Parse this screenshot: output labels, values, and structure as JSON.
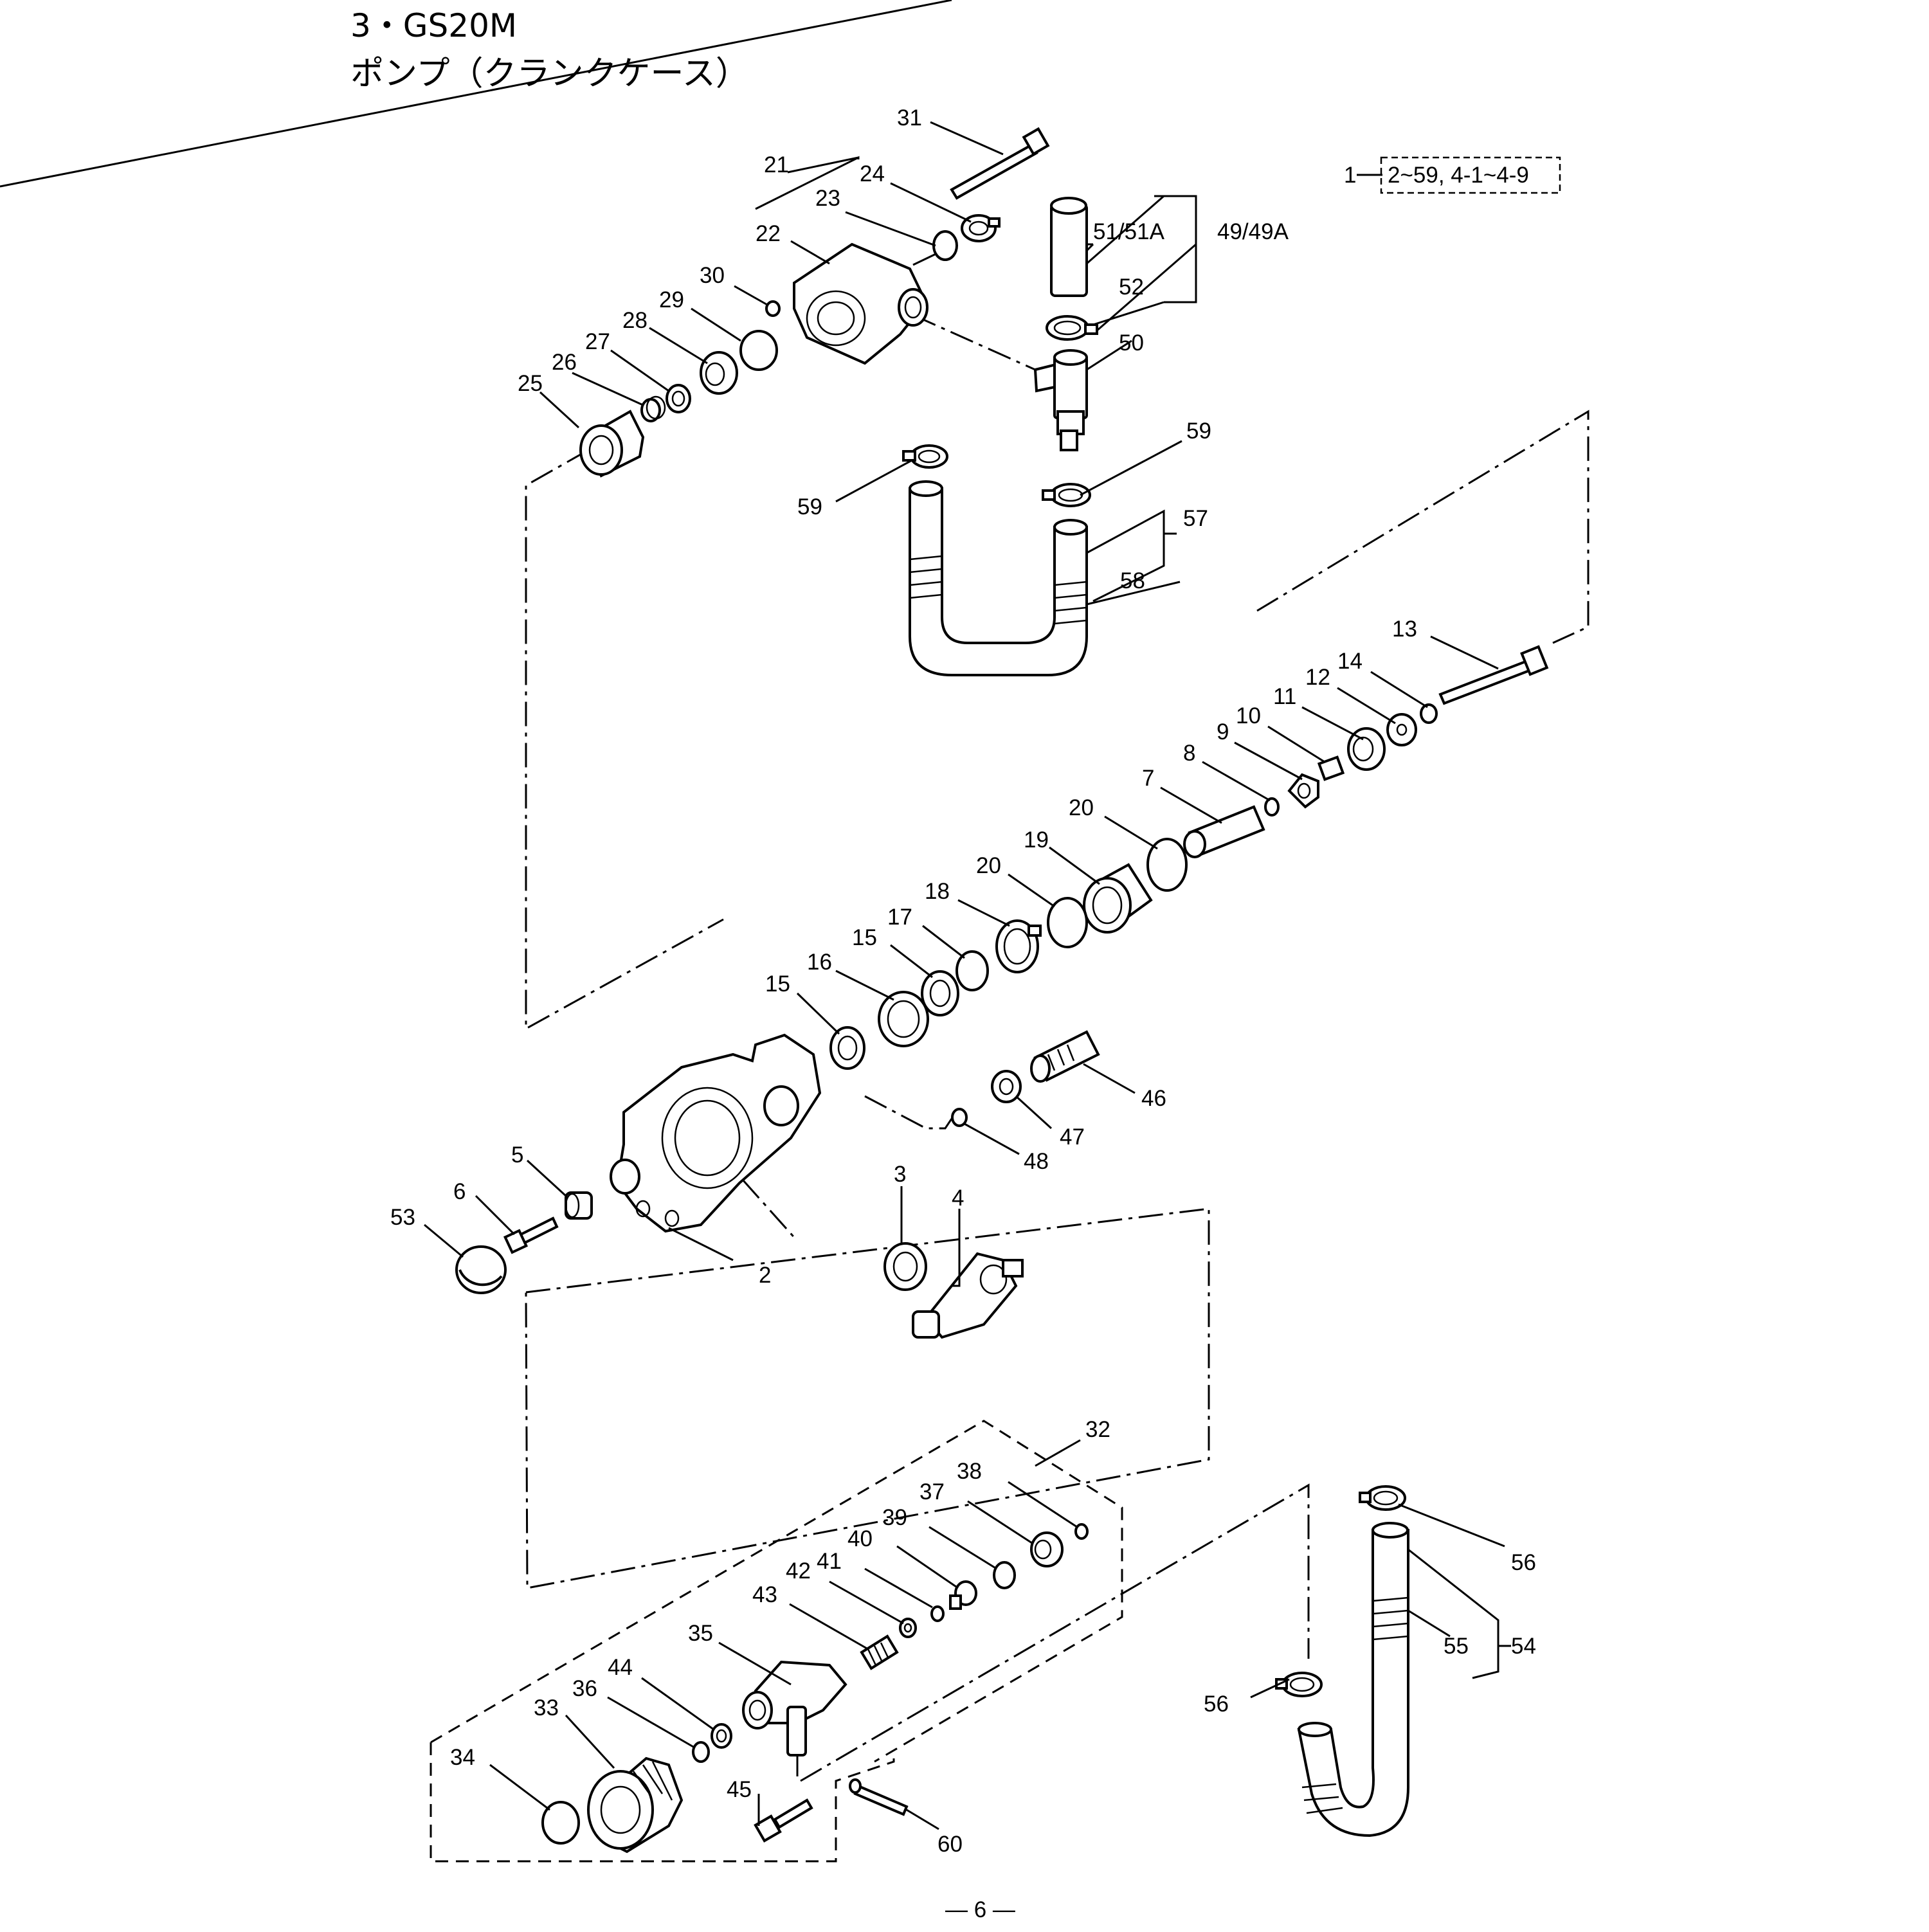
{
  "header": {
    "title": "3・GS20M",
    "subtitle": "ポンプ（クランクケース）"
  },
  "legend": {
    "item": "1",
    "range": "2~59, 4-1~4-9"
  },
  "labels": {
    "p2": "2",
    "p3": "3",
    "p4": "4",
    "p5": "5",
    "p6": "6",
    "p7": "7",
    "p8": "8",
    "p9": "9",
    "p10": "10",
    "p11": "11",
    "p12": "12",
    "p13": "13",
    "p14": "14",
    "p15a": "15",
    "p15b": "15",
    "p16": "16",
    "p17": "17",
    "p18": "18",
    "p19": "19",
    "p20a": "20",
    "p20b": "20",
    "p21": "21",
    "p22": "22",
    "p23": "23",
    "p24": "24",
    "p25": "25",
    "p26": "26",
    "p27": "27",
    "p28": "28",
    "p29": "29",
    "p30": "30",
    "p31": "31",
    "p32": "32",
    "p33": "33",
    "p34": "34",
    "p35": "35",
    "p36": "36",
    "p37": "37",
    "p38": "38",
    "p39": "39",
    "p40": "40",
    "p41": "41",
    "p42": "42",
    "p43": "43",
    "p44": "44",
    "p45": "45",
    "p46": "46",
    "p47": "47",
    "p48": "48",
    "p49": "49/49A",
    "p50": "50",
    "p51": "51/51A",
    "p52": "52",
    "p53": "53",
    "p54": "54",
    "p55": "55",
    "p56a": "56",
    "p56b": "56",
    "p57": "57",
    "p58": "58",
    "p59a": "59",
    "p59b": "59",
    "p60": "60"
  },
  "footer": {
    "page": "― 6 ―"
  }
}
